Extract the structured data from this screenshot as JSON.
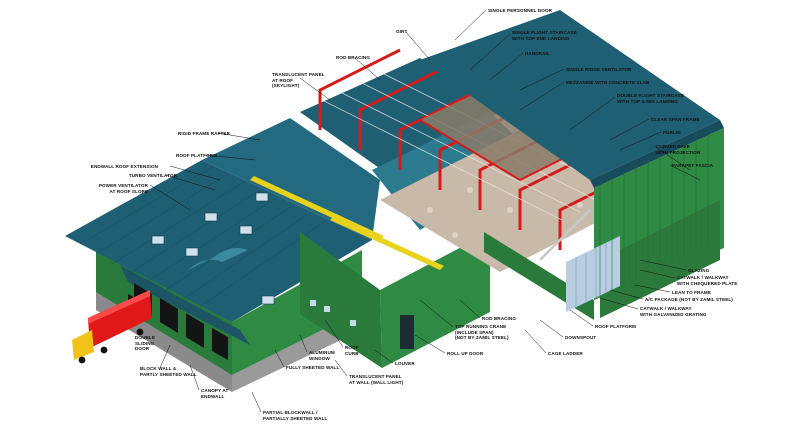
{
  "diagram": {
    "colors": {
      "roof": "#1f5f73",
      "roof_light": "#2b7a8e",
      "wall": "#2f7d3f",
      "wall_dark": "#1f5b2c",
      "steel": "#d61a1a",
      "truck": "#e01818",
      "crane": "#e8d21c",
      "floor": "#c9b9a8",
      "glass": "#b8cde0",
      "leader": "#111111"
    },
    "labels": {
      "single_personnel_door": "SINGLE PERSONNEL DOOR",
      "girt": "GIRT",
      "single_flight_staircase": "SINGLE FLIGHT STAIRCASE\nWITH TOP END LANDING",
      "handrail": "HANDRAIL",
      "rod_bracing_top": "ROD BRACING",
      "translucent_panel_roof": "TRANSLUCENT PANEL\nAT ROOF\n(SKYLIGHT)",
      "single_ridge_ventilator": "SINGLE RIDGE VENTILATOR",
      "mezzanine": "MEZZANINE WITH CONCRETE SLAB",
      "double_flight_staircase": "DOUBLE FLIGHT STAIRCASE\nWITH TOP & MID LANDING",
      "clear_span_frame": "CLEAR SPAN FRAME",
      "purlin": "PURLIN",
      "curved_eave": "CURVED EAVE\nWITH PROJECTION",
      "parapet_fascia": "PARAPET FASCIA",
      "rigid_frame_rafter": "RIGID FRAME RAFTER",
      "roof_platform_top": "ROOF PLATFORM",
      "endwall_roof_extension": "ENDWALL ROOF EXTENSION",
      "turbo_ventilator": "TURBO VENTILATOR",
      "power_ventilator": "POWER VENTILATOR\nAT ROOF SLOPE",
      "glazing": "GLAZING",
      "catwalk_chequered": "CATWALK / WALKWAY\nWITH CHEQUERED PLATE",
      "lean_to_frame": "LEAN TO FRAME",
      "ac_package": "A/C PACKAGE (NOT BY ZAMIL STEEL)",
      "catwalk_grating": "CATWALK / WALKWAY\nWITH GALVANIZED GRATING",
      "roof_platform": "ROOF PLATFORM",
      "rod_bracing": "ROD BRACING",
      "top_running_crane": "TOP RUNNING CRANE\n(INCLUDE SPAN)\n(NOT BY ZAMIL STEEL)",
      "downspout": "DOWNSPOUT",
      "roll_up_door": "ROLL UP DOOR",
      "cage_ladder": "CAGE LADDER",
      "double_sliding_door": "DOUBLE\nSLIDING\nDOOR",
      "roof_curb": "ROOF\nCURB",
      "aluminum_window": "ALUMINUM\nWINDOW",
      "louver": "LOUVER",
      "block_wall_partly": "BLOCK WALL &\nPARTLY SHEETED WALL",
      "fully_sheeted_wall": "FULLY SHEETED WALL",
      "translucent_wall": "TRANSLUCENT PANEL\nAT WALL (WALL LIGHT)",
      "canopy_endwall": "CANOPY AT\nENDWALL",
      "partial_blockwall": "PARTIAL BLOCKWALL /\nPARTIALLY SHEETED WALL"
    }
  }
}
